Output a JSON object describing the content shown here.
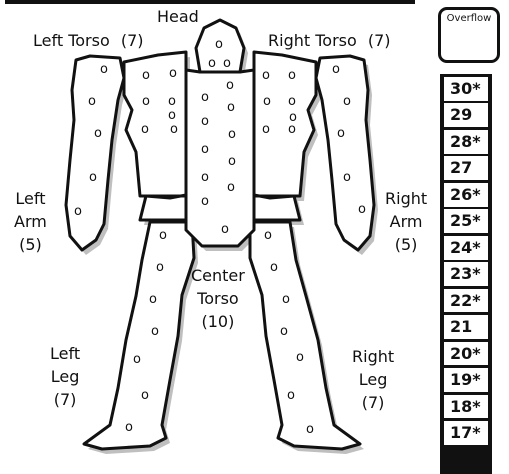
{
  "diagram": {
    "labels": {
      "head": "Head",
      "left_torso": {
        "name": "Left Torso",
        "armor": "(7)"
      },
      "right_torso": {
        "name": "Right Torso",
        "armor": "(7)"
      },
      "center_torso": {
        "line1": "Center",
        "line2": "Torso",
        "armor": "(10)"
      },
      "left_arm": {
        "line1": "Left",
        "line2": "Arm",
        "armor": "(5)"
      },
      "right_arm": {
        "line1": "Right",
        "line2": "Arm",
        "armor": "(5)"
      },
      "left_leg": {
        "line1": "Left",
        "line2": "Leg",
        "armor": "(7)"
      },
      "right_leg": {
        "line1": "Right",
        "line2": "Leg",
        "armor": "(7)"
      }
    },
    "pip_symbol": "o",
    "overflow_label": "Overflow"
  },
  "heat_scale": [
    "30*",
    "29",
    "28*",
    "27",
    "26*",
    "25*",
    "24*",
    "23*",
    "22*",
    "21",
    "20*",
    "19*",
    "18*",
    "17*"
  ],
  "colors": {
    "ink": "#111111",
    "shadow": "#bfbfbf",
    "paper": "#ffffff"
  }
}
